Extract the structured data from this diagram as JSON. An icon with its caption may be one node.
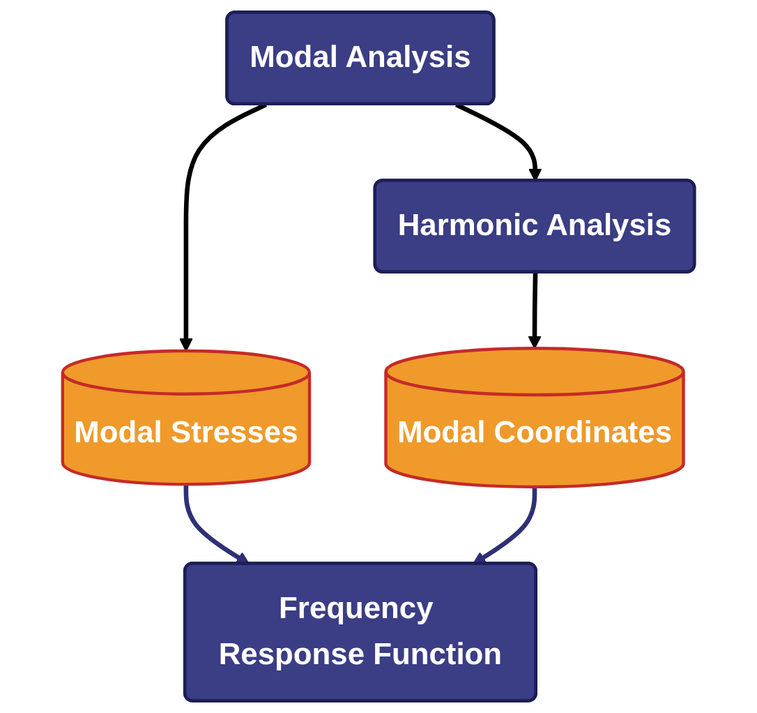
{
  "diagram": {
    "nodes": [
      {
        "text": [
          "Modal Analysis"
        ]
      },
      {
        "text": [
          "Harmonic Analysis"
        ]
      },
      {
        "text": [
          "Modal Stresses"
        ]
      },
      {
        "text": [
          "Modal Coordinates"
        ]
      },
      {
        "text": [
          "Frequency Response Function"
        ]
      }
    ],
    "edges": [
      {
        "from": 0,
        "to": 1,
        "arrow": "to"
      },
      {
        "from": 0,
        "to": 2,
        "arrow": "to"
      },
      {
        "from": 1,
        "to": 3,
        "arrow": "to"
      },
      {
        "from": 2,
        "to": 4,
        "arrow": "to",
        "color": "#2e3075"
      },
      {
        "from": 3,
        "to": 4,
        "arrow": "to",
        "color": "#2e3075"
      }
    ]
  }
}
